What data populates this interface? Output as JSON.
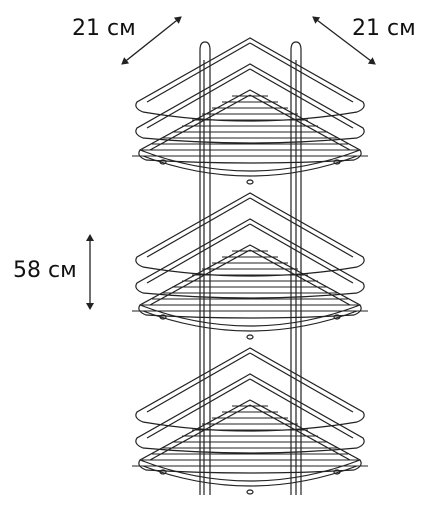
{
  "dimensions": {
    "width_left": "21 см",
    "width_right": "21 см",
    "height": "58 см"
  },
  "shelf_count": 3,
  "colors": {
    "line": "#222222",
    "background": "#ffffff"
  }
}
